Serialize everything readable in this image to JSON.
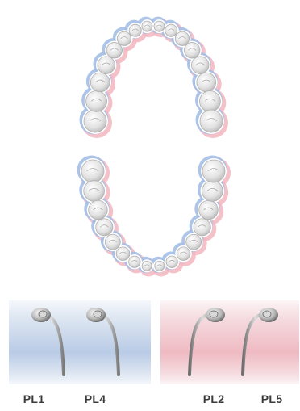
{
  "labels": {
    "pl1": "PL1",
    "pl4": "PL4",
    "pl2": "PL2",
    "pl5": "PL5"
  },
  "colors": {
    "blue": "#a4bfe6",
    "pink": "#f2b6c0",
    "tooth": "#e4e4e4",
    "wire": "#8a8a8a"
  },
  "icons": {
    "upper_arch": "upper-dental-arch-icon",
    "lower_arch": "lower-dental-arch-icon",
    "band": "orthodontic-band-icon"
  }
}
